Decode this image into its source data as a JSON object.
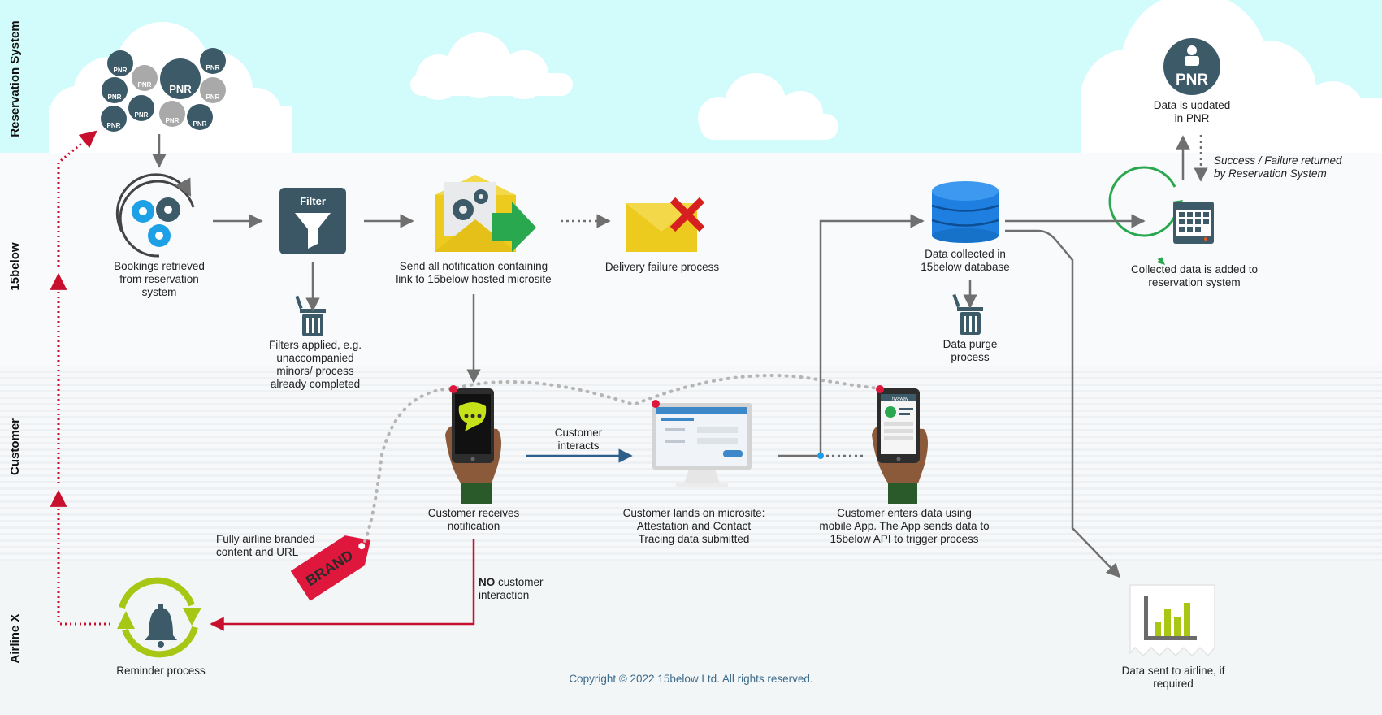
{
  "lanes": {
    "reservation": "Reservation System",
    "fifteenbelow": "15below",
    "customer": "Customer",
    "airline": "Airline X"
  },
  "icons": {
    "pnr": "PNR",
    "filter": "Filter",
    "brand": "BRAND",
    "app_header": "flyaway"
  },
  "labels": {
    "bookings_1": "Bookings retrieved",
    "bookings_2": "from reservation",
    "bookings_3": "system",
    "filters_1": "Filters applied, e.g.",
    "filters_2": "unaccompanied",
    "filters_3": "minors/ process",
    "filters_4": "already completed",
    "send_1": "Send all notification containing",
    "send_2": "link to 15below hosted microsite",
    "delivery": "Delivery failure process",
    "db_1": "Data collected in",
    "db_2": "15below database",
    "purge_1": "Data purge",
    "purge_2": "process",
    "pnr_update_1": "Data is updated",
    "pnr_update_2": "in PNR",
    "success_1": "Success / Failure returned",
    "success_2": "by Reservation System",
    "collected_1": "Collected data is added to",
    "collected_2": "reservation system",
    "interacts_1": "Customer",
    "interacts_2": "interacts",
    "receives_1": "Customer receives",
    "receives_2": "notification",
    "lands_1": "Customer lands on microsite:",
    "lands_2": "Attestation and Contact",
    "lands_3": "Tracing data submitted",
    "enters_1": "Customer enters data using",
    "enters_2": "mobile App. The App sends data to",
    "enters_3": "15below API to trigger process",
    "branded_1": "Fully airline branded",
    "branded_2": "content and URL",
    "no_bold": "NO",
    "no_rest": " customer",
    "no_2": "interaction",
    "reminder": "Reminder process",
    "sent_1": "Data sent to airline, if",
    "sent_2": "required"
  },
  "footer": {
    "copyright": "Copyright © 2022 15below Ltd. All rights reserved."
  },
  "colors": {
    "sky": "#d2fbfc",
    "arrow": "#6f6f6f",
    "red": "#c8102e",
    "pnr_dark": "#3c5a68",
    "pnr_grey": "#a9a9a9",
    "filter_box": "#3b5765",
    "envelope": "#eccb1e",
    "green": "#2aa84f",
    "db_blue": "#1e7fe0",
    "lime": "#a8c614",
    "copyright": "#3d6b8a"
  }
}
